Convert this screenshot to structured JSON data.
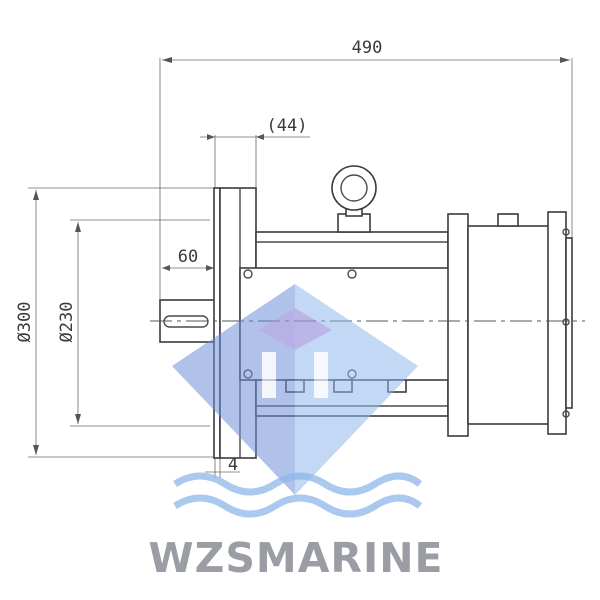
{
  "dimensions": {
    "overall_length": "490",
    "flange_thickness": "(44)",
    "shaft_length": "60",
    "outer_diameter": "Ø300",
    "pilot_diameter": "Ø230",
    "spigot": "4"
  },
  "watermark": {
    "brand": "WZSMARINE",
    "logo_colors": [
      "#6f8fd8",
      "#9c8fd9",
      "#8fb7ea"
    ],
    "wave_color": "#8fb7ea"
  },
  "colors": {
    "line": "#4a4a4a",
    "background": "#ffffff"
  }
}
